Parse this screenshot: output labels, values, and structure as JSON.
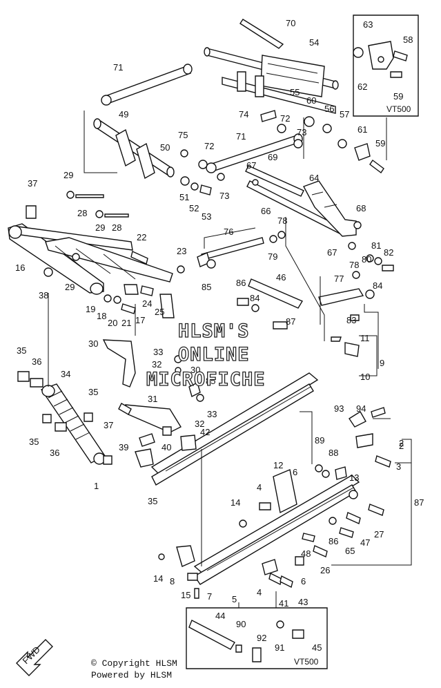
{
  "watermark": {
    "line1": "HLSM'S",
    "line2": "ONLINE",
    "line3": "MICROFICHE"
  },
  "variant_labels": [
    "VT500",
    "VT500"
  ],
  "fwd_label": "FWD",
  "footer": {
    "copyright": "© Copyright HLSM",
    "powered": "Powered by HLSM"
  },
  "callouts": [
    "70",
    "54",
    "63",
    "58",
    "62",
    "59",
    "71",
    "55",
    "60",
    "74",
    "72",
    "56",
    "57",
    "49",
    "75",
    "73",
    "61",
    "50",
    "72",
    "71",
    "59",
    "67",
    "69",
    "64",
    "29",
    "37",
    "28",
    "51",
    "52",
    "73",
    "66",
    "68",
    "29",
    "28",
    "53",
    "78",
    "76",
    "22",
    "16",
    "79",
    "67",
    "81",
    "80",
    "82",
    "23",
    "78",
    "77",
    "29",
    "38",
    "85",
    "86",
    "46",
    "84",
    "24",
    "19",
    "18",
    "20",
    "21",
    "17",
    "25",
    "84",
    "87",
    "83",
    "2",
    "30",
    "11",
    "33",
    "32",
    "30",
    "9",
    "35",
    "36",
    "10",
    "34",
    "31",
    "85",
    "35",
    "93",
    "94",
    "37",
    "32",
    "33",
    "2",
    "42",
    "39",
    "40",
    "89",
    "88",
    "3",
    "35",
    "36",
    "12",
    "6",
    "13",
    "87",
    "1",
    "35",
    "4",
    "14",
    "27",
    "86",
    "47",
    "65",
    "48",
    "14",
    "8",
    "6",
    "26",
    "15",
    "7",
    "5",
    "4",
    "41",
    "43",
    "44",
    "90",
    "92",
    "91",
    "45",
    "43"
  ]
}
